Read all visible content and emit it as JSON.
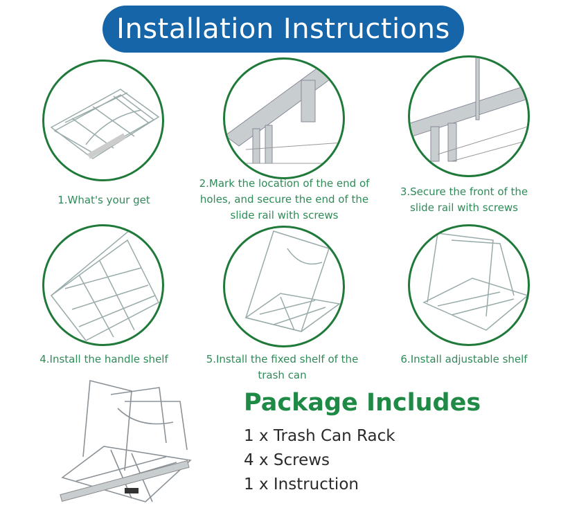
{
  "title": "Installation Instructions",
  "steps": [
    {
      "caption": "1.What's your get"
    },
    {
      "caption": "2.Mark the location of the end of holes, and secure the end of the slide rail with screws"
    },
    {
      "caption": "3.Secure the front of the slide rail with screws"
    },
    {
      "caption": "4.Install the handle shelf"
    },
    {
      "caption": "5.Install the fixed shelf of the trash can"
    },
    {
      "caption": "6.Install adjustable shelf"
    }
  ],
  "package": {
    "heading": "Package Includes",
    "items": [
      "1 x Trash Can Rack",
      "4 x Screws",
      "1 x Instruction"
    ]
  },
  "colors": {
    "title_bg": "#1565a8",
    "circle": "#1f7a3a",
    "caption": "#2e8b57",
    "heading": "#1f8a45"
  }
}
